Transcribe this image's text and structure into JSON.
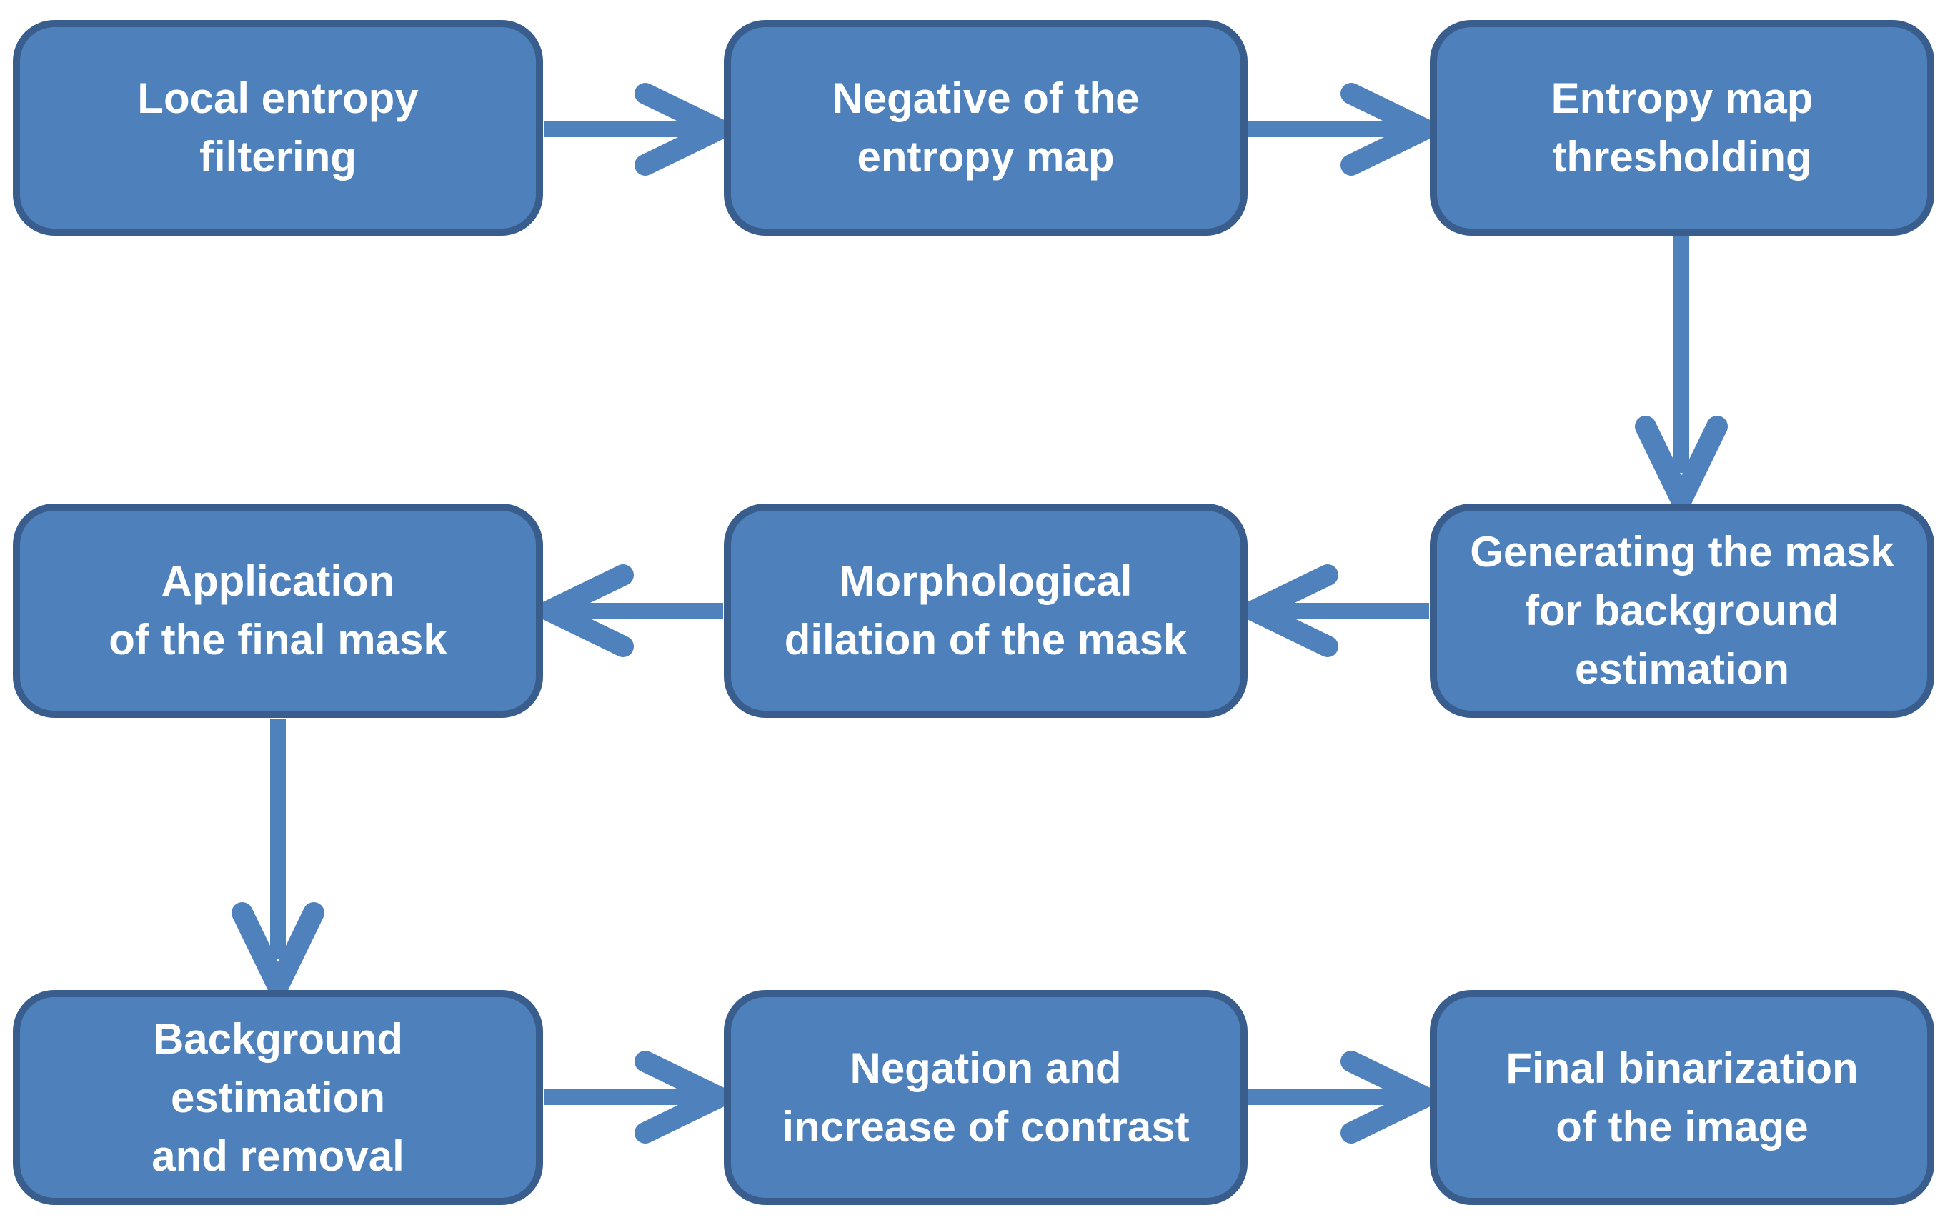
{
  "figure": {
    "type": "flowchart",
    "description_domain": "image binarization processing pipeline"
  },
  "colors": {
    "node_fill": "#4E81BB",
    "node_border": "#395E8E",
    "arrow": "#4F81BD",
    "text_color": "#FFFFFF",
    "bg": "#FFFFFF"
  },
  "nodes": [
    {
      "id": "local-entropy-filtering",
      "text": "Local entropy\nfiltering"
    },
    {
      "id": "negative-of-entropy-map",
      "text": "Negative of the\nentropy map"
    },
    {
      "id": "entropy-map-thresholding",
      "text": "Entropy map\nthresholding"
    },
    {
      "id": "generating-mask-background",
      "text": "Generating the mask\nfor background\nestimation"
    },
    {
      "id": "morphological-dilation",
      "text": "Morphological\ndilation of the mask"
    },
    {
      "id": "application-of-final-mask",
      "text": "Application\nof the final mask"
    },
    {
      "id": "background-estimation-removal",
      "text": "Background\nestimation\nand removal"
    },
    {
      "id": "negation-increase-contrast",
      "text": "Negation and\nincrease of contrast"
    },
    {
      "id": "final-binarization",
      "text": "Final binarization\nof the image"
    }
  ],
  "edges": [
    {
      "from": "local-entropy-filtering",
      "to": "negative-of-entropy-map",
      "direction": "right"
    },
    {
      "from": "negative-of-entropy-map",
      "to": "entropy-map-thresholding",
      "direction": "right"
    },
    {
      "from": "entropy-map-thresholding",
      "to": "generating-mask-background",
      "direction": "down"
    },
    {
      "from": "generating-mask-background",
      "to": "morphological-dilation",
      "direction": "left"
    },
    {
      "from": "morphological-dilation",
      "to": "application-of-final-mask",
      "direction": "left"
    },
    {
      "from": "application-of-final-mask",
      "to": "background-estimation-removal",
      "direction": "down"
    },
    {
      "from": "background-estimation-removal",
      "to": "negation-increase-contrast",
      "direction": "right"
    },
    {
      "from": "negation-increase-contrast",
      "to": "final-binarization",
      "direction": "right"
    }
  ]
}
